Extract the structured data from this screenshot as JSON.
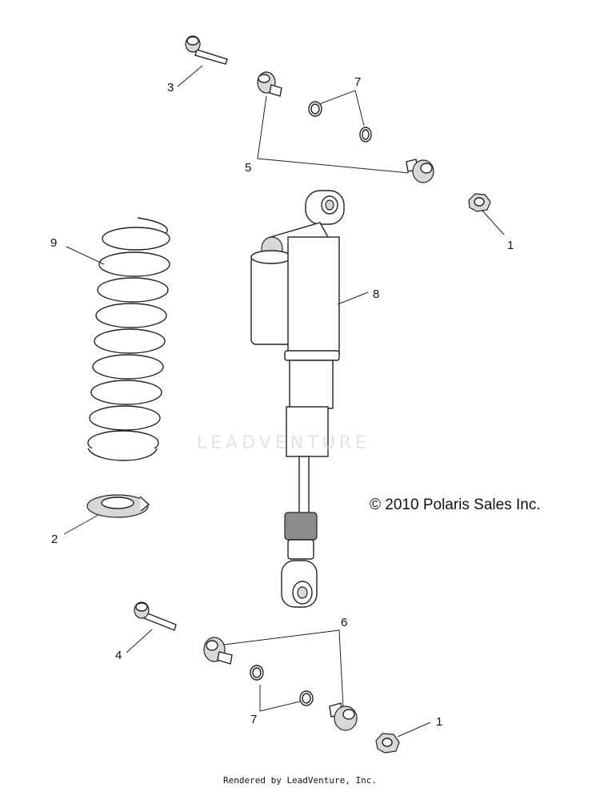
{
  "diagram": {
    "callouts": {
      "c1_top": "1",
      "c1_bottom": "1",
      "c2": "2",
      "c3": "3",
      "c4": "4",
      "c5": "5",
      "c6": "6",
      "c7_top": "7",
      "c7_bottom": "7",
      "c8": "8",
      "c9": "9"
    },
    "copyright": "© 2010 Polaris Sales Inc.",
    "watermark": "LEADVENTURE",
    "footer": "Rendered by LeadVenture, Inc."
  }
}
